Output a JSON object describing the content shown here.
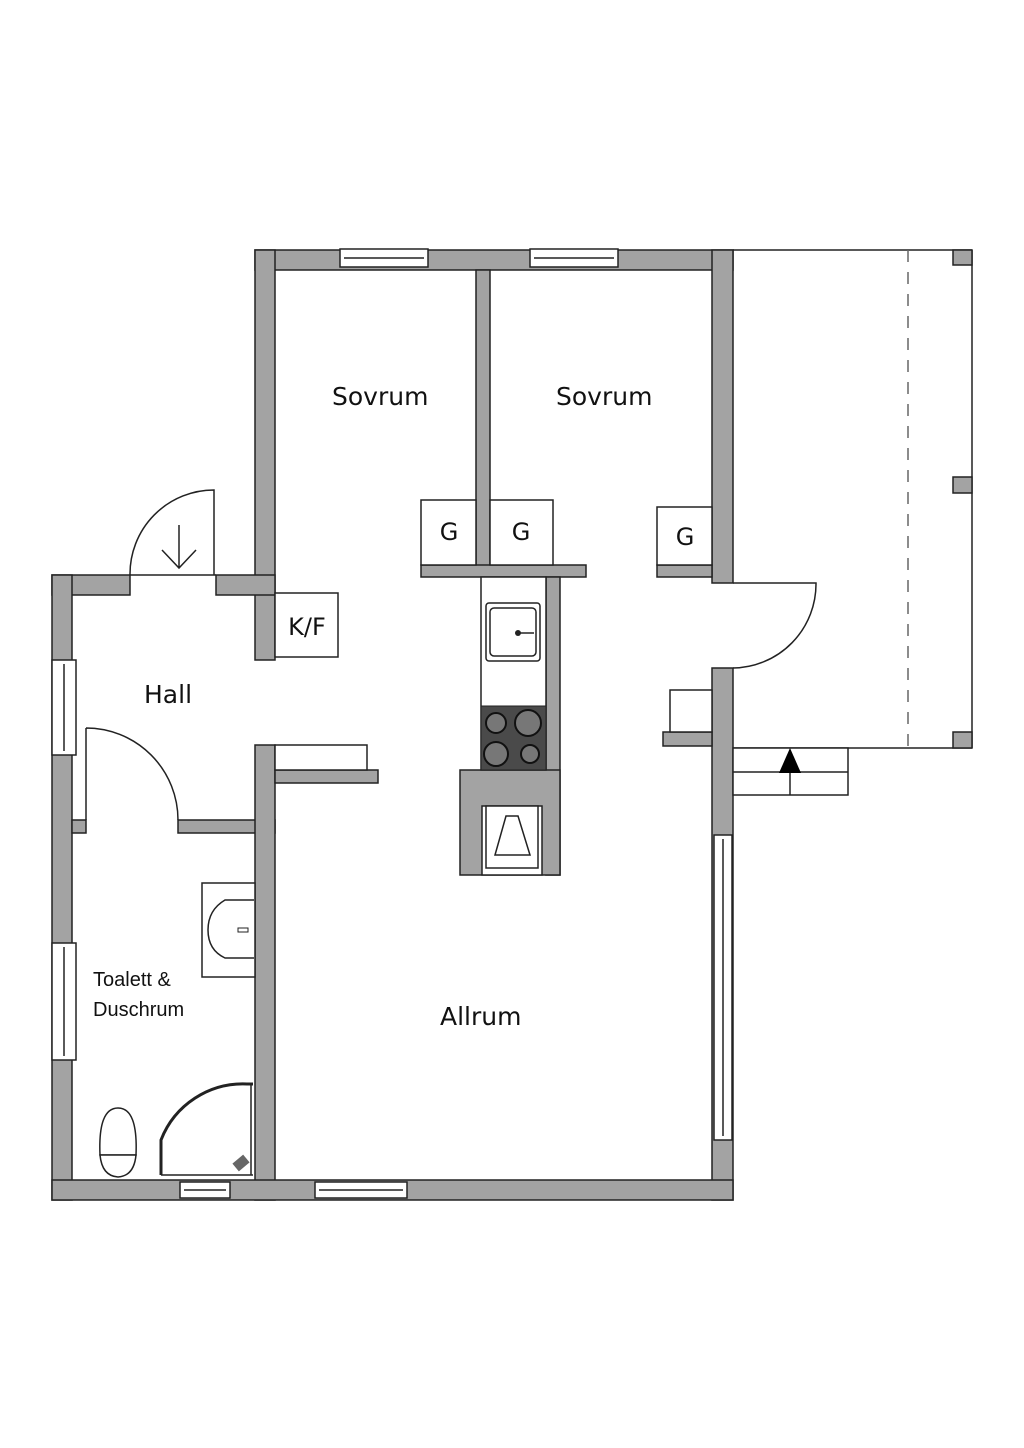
{
  "rooms": {
    "bedroom_left": "Sovrum",
    "bedroom_right": "Sovrum",
    "hall": "Hall",
    "living": "Allrum",
    "bath_line1": "Toalett &",
    "bath_line2": "Duschrum"
  },
  "fixtures": {
    "closet": "G",
    "fridge_freezer": "K/F"
  },
  "colors": {
    "wall": "#a3a3a3",
    "line": "#222222"
  }
}
